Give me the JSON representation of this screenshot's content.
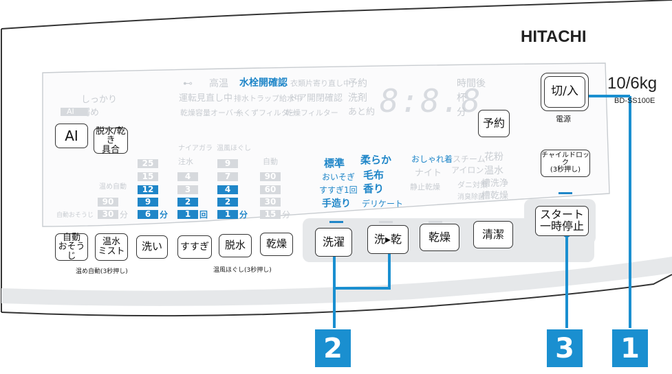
{
  "brand": "HITACHI",
  "capacity": "10/6kg",
  "model": "BD-SS100E",
  "indicator_row1": {
    "key_icon": "⊷",
    "high_temp": "高温",
    "faucet_check": "水栓開確認",
    "other": "衣類片寄り直し中"
  },
  "indicator_row2": {
    "running": "運転見直し中",
    "drain": "排水トラップ給水中",
    "door": "ドア開閉確認"
  },
  "indicator_row3": {
    "over": "乾燥容量オーバー",
    "lint": "糸くずフィルター",
    "dry_filter": "乾燥フィルター"
  },
  "timer_labels": {
    "reserve": "予約",
    "detergent": "洗剤",
    "remaining": "あと約",
    "hours_after": "時間後",
    "cups": "杯",
    "minutes": "分"
  },
  "display_digits": "8:8.8",
  "left_labels": {
    "firm": "しっかり",
    "weak": "弱め",
    "ai_small": "AI"
  },
  "buttons": {
    "ai": "AI",
    "dehydrate_dry": "脱水/乾き\n具合",
    "auto_clean": "自動\nおそうじ",
    "warm_mist": "温水\nミスト",
    "wash": "洗い",
    "rinse": "すすぎ",
    "spin": "脱水",
    "dry_small": "乾燥",
    "course_wash": "洗濯",
    "course_wash_dry": "洗▸乾",
    "course_dry": "乾燥",
    "course_clean": "清潔",
    "power": "切/入",
    "reserve": "予約",
    "child_lock": "チャイルドロック\n(3秒押し)",
    "start": "スタート\n一時停止"
  },
  "under_labels": {
    "power": "電源",
    "auto_clean_note": "温め自動(3秒押し)",
    "spin_note": "温風ほぐし(3秒押し)"
  },
  "column_heads": {
    "niagara": "ナイアガラ",
    "water": "注水",
    "warm_loosen": "温風ほぐし",
    "auto": "自動",
    "warm_auto": "温め自動",
    "auto_small": "自動おそうじ"
  },
  "wash_col": [
    "25",
    "15",
    "12",
    "9",
    "6"
  ],
  "rinse_col": [
    "4",
    "3",
    "2",
    "1"
  ],
  "spin_col": [
    "9",
    "7",
    "4",
    "2",
    "1"
  ],
  "dry_col": [
    "90",
    "60",
    "30",
    "15"
  ],
  "warm_col": [
    "90",
    "30"
  ],
  "units": {
    "min": "分",
    "times": "回"
  },
  "courses": {
    "col1": [
      "標準",
      "おいそぎ",
      "すすぎ1回",
      "手造り"
    ],
    "col2": [
      "柔らか",
      "毛布",
      "香り",
      "デリケート"
    ],
    "col3": [
      "おしゃれ着",
      "ナイト",
      "静止乾燥"
    ],
    "col4": [
      "スチーム",
      "アイロン",
      "ダニ対策",
      "消臭除菌"
    ],
    "col5": [
      "花粉",
      "温水",
      "槽洗浄",
      "槽乾燥"
    ]
  },
  "callouts": [
    "2",
    "3",
    "1"
  ],
  "colors": {
    "accent": "#1f86c8",
    "badge": "#1a8fd0",
    "panel_border": "#3a3a3a"
  }
}
